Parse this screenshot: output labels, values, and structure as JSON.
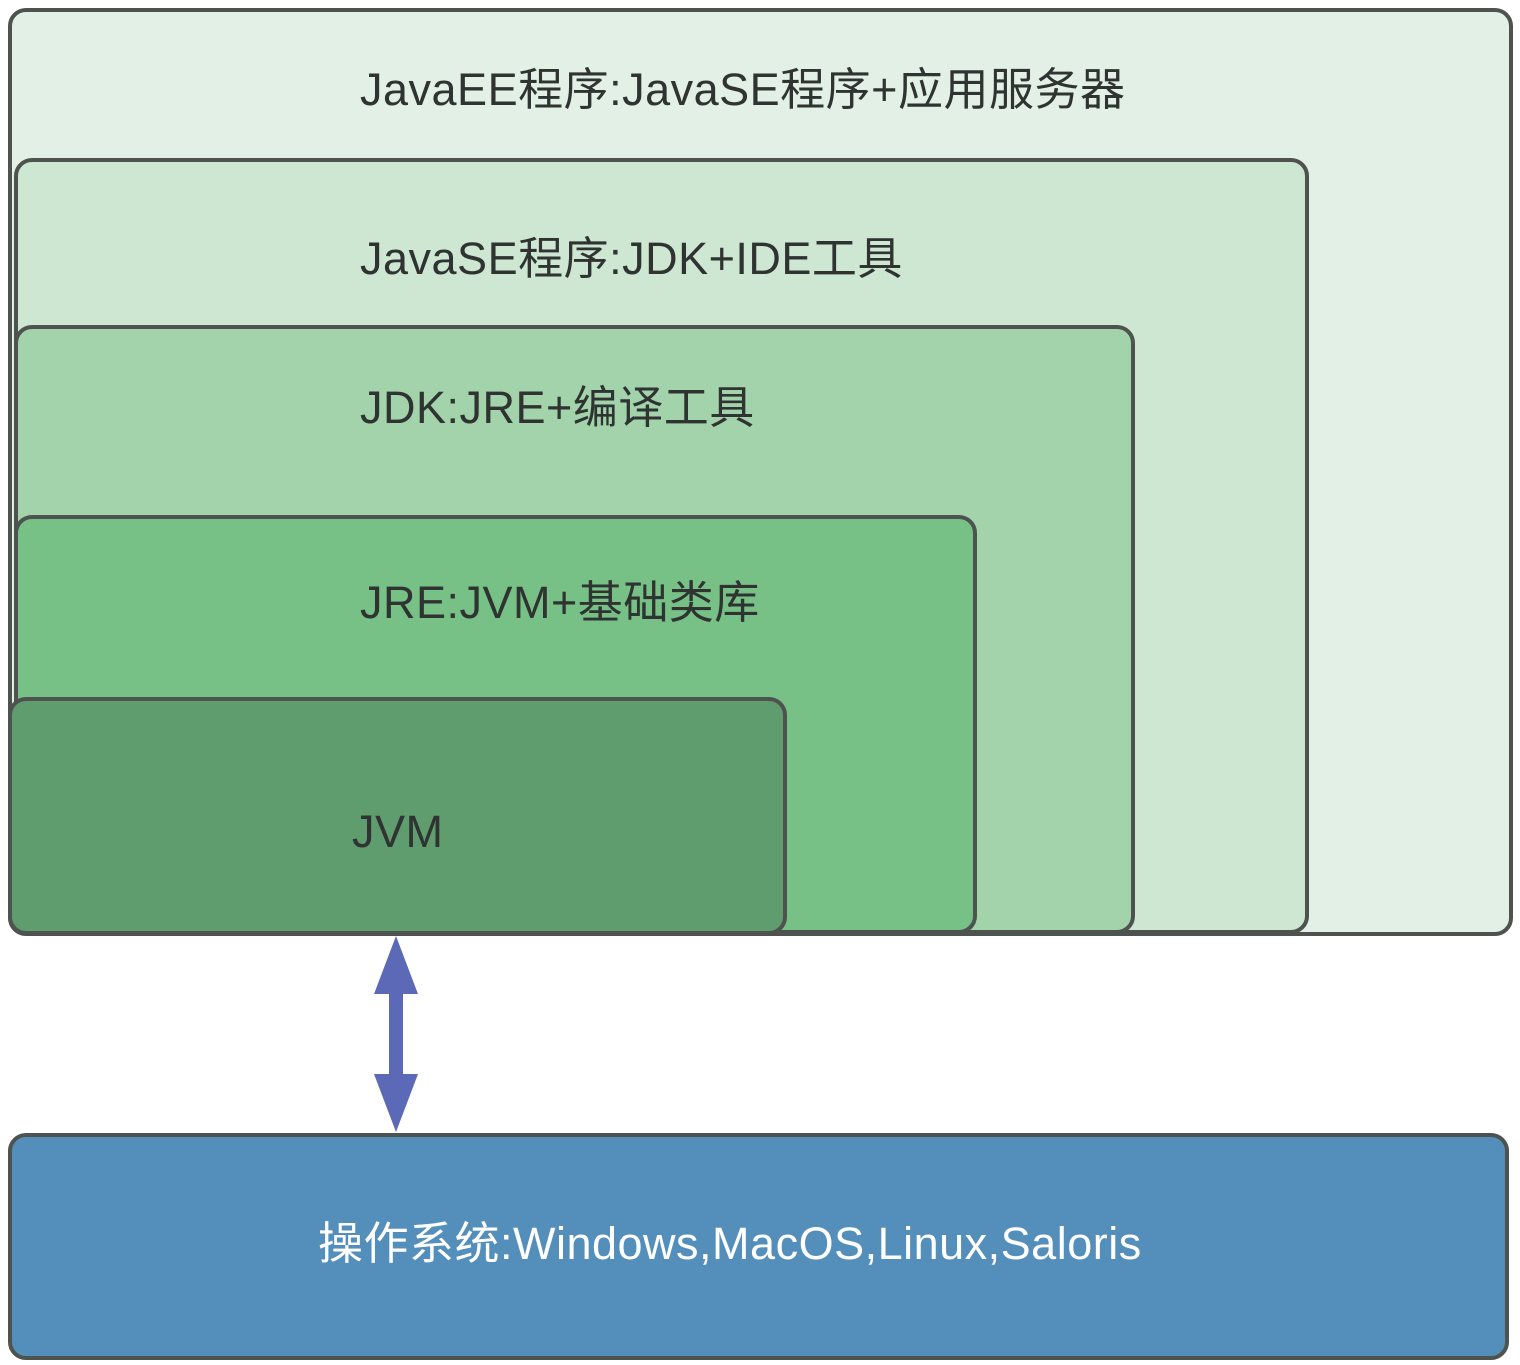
{
  "diagram": {
    "layers": [
      {
        "id": "javaee",
        "label": "JavaEE程序:JavaSE程序+应用服务器",
        "fill": "#e2f0e5"
      },
      {
        "id": "javase",
        "label": "JavaSE程序:JDK+IDE工具",
        "fill": "#cde7d2"
      },
      {
        "id": "jdk",
        "label": "JDK:JRE+编译工具",
        "fill": "#a2d3aa"
      },
      {
        "id": "jre",
        "label": "JRE:JVM+基础类库",
        "fill": "#77c186"
      },
      {
        "id": "jvm",
        "label": "JVM",
        "fill": "#5f9c6e"
      }
    ],
    "os": {
      "label": "操作系统:Windows,MacOS,Linux,Saloris",
      "fill": "#548fbb"
    },
    "colors": {
      "border": "#4e534f",
      "arrow": "#5b69b6",
      "text": "#2f3331",
      "os_text": "#ffffff"
    }
  }
}
